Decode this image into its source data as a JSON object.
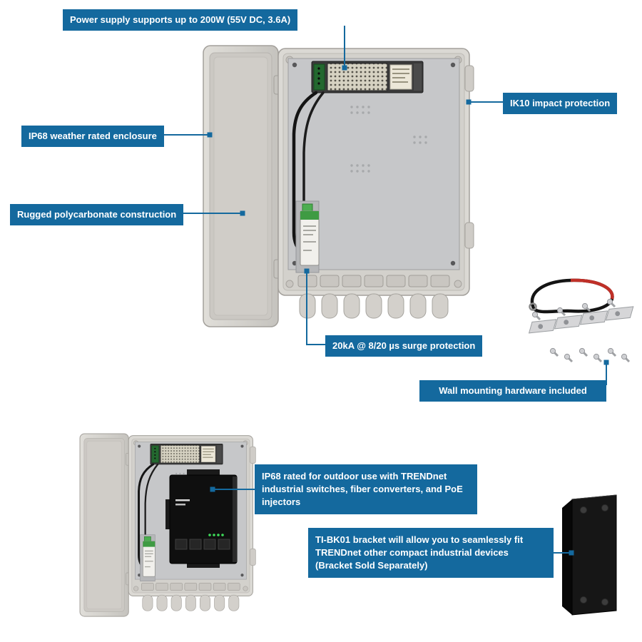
{
  "colors": {
    "accent": "#14699e",
    "page-bg": "#ffffff"
  },
  "callouts": {
    "power_supply": "Power supply supports up to 200W (55V DC, 3.6A)",
    "ik10": "IK10 impact protection",
    "ip68_enclosure": "IP68 weather rated enclosure",
    "polycarbonate": "Rugged polycarbonate construction",
    "surge": "20kA @ 8/20 µs surge protection",
    "wall_mount": "Wall mounting hardware included",
    "outdoor_use": "IP68 rated for outdoor use with TRENDnet industrial switches, fiber converters, and PoE injectors",
    "bracket": "TI-BK01 bracket will allow you to seamlessly fit TRENDnet other compact industrial devices (Bracket Sold Separately)"
  }
}
